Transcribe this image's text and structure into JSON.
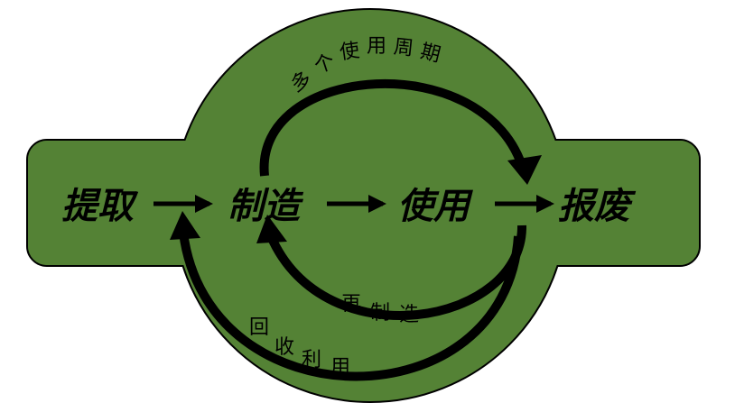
{
  "colors": {
    "background": "#ffffff",
    "shape_fill": "#548235",
    "shape_stroke": "#000000",
    "arrow": "#000000",
    "text": "#000000"
  },
  "stages": {
    "extract": "提取",
    "manufacture": "制造",
    "use": "使用",
    "dispose": "报废"
  },
  "loops": {
    "multiple_use_cycles": [
      "多",
      "个",
      "使",
      "用",
      "周",
      "期"
    ],
    "remanufacture": [
      "再",
      "制",
      "造"
    ],
    "recycle": [
      "回",
      "收",
      "利",
      "用"
    ]
  }
}
